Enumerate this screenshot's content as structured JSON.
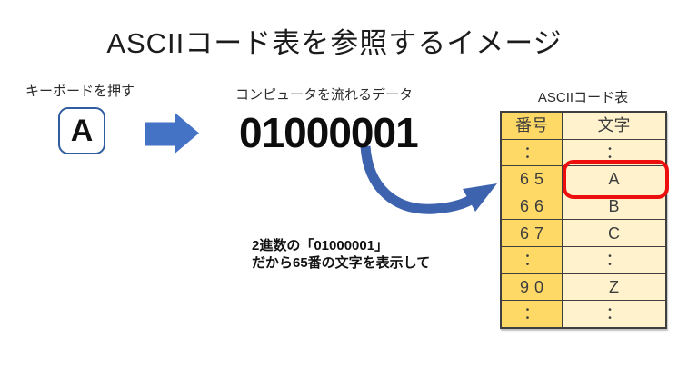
{
  "title": "ASCIIコード表を参照するイメージ",
  "keyboard": {
    "label": "キーボードを押す",
    "key_char": "A"
  },
  "data_flow": {
    "label": "コンピュータを流れるデータ",
    "binary_value": "01000001"
  },
  "annotation": {
    "line1": "2進数の「01000001」",
    "line2": "だから65番の文字を表示して"
  },
  "ascii_table": {
    "title": "ASCIIコード表",
    "columns": [
      "番号",
      "文字"
    ],
    "rows": [
      {
        "number": "：",
        "char": "："
      },
      {
        "number": "65",
        "char": "A"
      },
      {
        "number": "66",
        "char": "B"
      },
      {
        "number": "67",
        "char": "C"
      },
      {
        "number": "：",
        "char": "："
      },
      {
        "number": "90",
        "char": "Z"
      },
      {
        "number": "：",
        "char": "："
      }
    ],
    "highlighted_number": "65",
    "highlighted_char": "A"
  },
  "colors": {
    "arrow_blue": "#4472C4",
    "curved_arrow_blue": "#3E63AE",
    "key_border_blue": "#2F5B9F",
    "table_number_bg": "#FFD966",
    "table_char_bg": "#FFF2CC",
    "table_border": "#3F3F3F",
    "highlight_red": "#ED0E0E"
  }
}
